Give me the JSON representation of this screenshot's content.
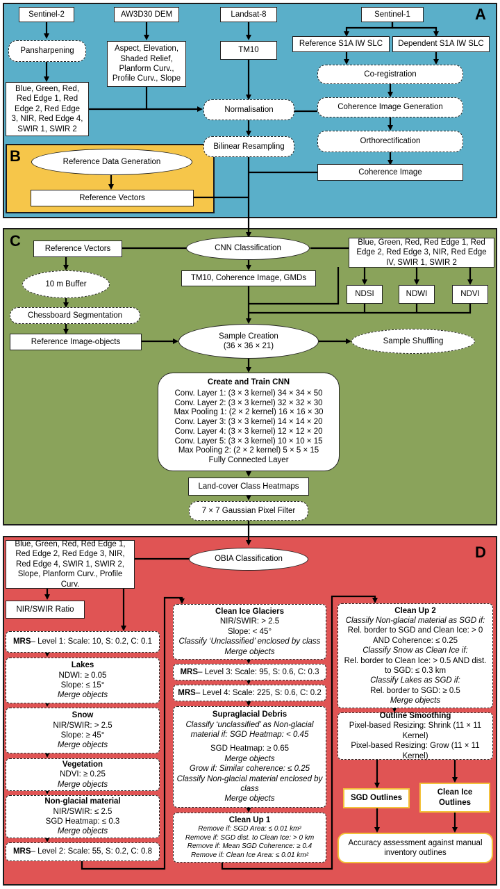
{
  "panels": {
    "a": "A",
    "b": "B",
    "c": "C",
    "d": "D"
  },
  "colors": {
    "panel_a": "#5aafc9",
    "panel_b": "#f6c64a",
    "panel_c": "#8aa35b",
    "panel_d": "#e05454",
    "outline_yellow": "#f3c23a"
  },
  "a": {
    "sentinel2": "Sentinel-2",
    "dem": "AW3D30 DEM",
    "landsat": "Landsat-8",
    "sentinel1": "Sentinel-1",
    "pansharpening": "Pansharpening",
    "dem_products": "Aspect, Elevation, Shaded Relief, Planform Curv., Profile Curv., Slope",
    "tm10": "TM10",
    "ref_slc": "Reference S1A IW SLC",
    "dep_slc": "Dependent S1A IW SLC",
    "bands": "Blue, Green, Red, Red Edge 1, Red Edge 2, Red Edge 3, NIR, Red Edge 4, SWIR 1, SWIR 2",
    "normalisation": "Normalisation",
    "coregistration": "Co-registration",
    "coherence_gen": "Coherence Image Generation",
    "orthorect": "Orthorectification",
    "bilinear": "Bilinear Resampling",
    "coherence_img": "Coherence Image"
  },
  "b": {
    "ref_data_gen": "Reference Data Generation",
    "ref_vectors": "Reference Vectors"
  },
  "c": {
    "ref_vectors": "Reference Vectors",
    "cnn_class": "CNN Classification",
    "bands": "Blue, Green, Red, Red Edge 1, Red Edge 2, Red Edge 3, NIR, Red Edge IV, SWIR 1, SWIR 2",
    "buffer": "10 m Buffer",
    "tm10_coh": "TM10, Coherence Image, GMDs",
    "ndsi": "NDSI",
    "ndwi": "NDWI",
    "ndvi": "NDVI",
    "chessboard": "Chessboard Segmentation",
    "ref_objects": "Reference Image-objects",
    "sample_creation": "Sample Creation",
    "sample_dims": "(36 × 36 × 21)",
    "sample_shuffle": "Sample Shuffling",
    "cnn_title": "Create and Train CNN",
    "cnn_layers": [
      "Conv. Layer 1: (3 × 3 kernel) 34 × 34 × 50",
      "Conv. Layer 2: (3 × 3 kernel) 32 × 32 × 30",
      "Max Pooling 1: (2 × 2 kernel) 16 × 16 × 30",
      "Conv. Layer 3: (3 × 3 kernel) 14 × 14 × 20",
      "Conv. Layer 4: (3 × 3 kernel) 12 × 12 × 20",
      "Conv. Layer 5: (3 × 3 kernel) 10 × 10 × 15",
      "Max Pooling 2: (2 × 2 kernel) 5 × 5 × 15",
      "Fully Connected Layer"
    ],
    "heatmaps": "Land-cover Class Heatmaps",
    "gaussian": "7 × 7 Gaussian Pixel Filter"
  },
  "d": {
    "inputs": "Blue, Green, Red, Red Edge 1, Red Edge 2, Red Edge 3, NIR, Red Edge 4, SWIR 1, SWIR 2, Slope, Planform Curv., Profile Curv.",
    "obia": "OBIA Classification",
    "ratio": "NIR/SWIR Ratio",
    "mrs": "MRS",
    "mrs1": " – Level 1: Scale: 10, S: 0.2, C: 0.1",
    "mrs2": " – Level 2: Scale: 55, S: 0.2, C: 0.8",
    "mrs3": " – Level 3: Scale: 95, S: 0.6, C: 0.3",
    "mrs4": " – Level 4: Scale: 225, S: 0.6, C: 0.2",
    "lakes": {
      "title": "Lakes",
      "l1": "NDWI: ≥ 0.05",
      "l2": "Slope: ≤ 15°",
      "l3": "Merge objects"
    },
    "snow": {
      "title": "Snow",
      "l1": "NIR/SWIR: > 2.5",
      "l2": "Slope: ≥ 45°",
      "l3": "Merge objects"
    },
    "veg": {
      "title": "Vegetation",
      "l1": "NDVI: ≥ 0.25",
      "l2": "Merge objects"
    },
    "nong": {
      "title": "Non-glacial material",
      "l1": "NIR/SWIR: ≤ 2.5",
      "l2": "SGD Heatmap: ≤ 0.3",
      "l3": "Merge objects"
    },
    "cig": {
      "title": "Clean Ice Glaciers",
      "l1": "NIR/SWIR: > 2.5",
      "l2": "Slope: < 45°",
      "l3": "Classify ‘Unclassified’ enclosed by class",
      "l4": "Merge objects"
    },
    "sgd": {
      "title": "Supraglacial Debris",
      "l1": "Classify ‘unclassified’ as Non-glacial material if: SGD Heatmap: < 0.45",
      "l2": "SGD Heatmap: ≥ 0.65",
      "l3": "Merge objects",
      "l4": "Grow if: Similar coherence: ≤ 0.25",
      "l5": "Classify Non-glacial material enclosed by class",
      "l6": "Merge objects"
    },
    "cu1": {
      "title": "Clean Up 1",
      "l1": "Remove if: SGD Area: ≤ 0.01 km²",
      "l2": "Remove if: SGD dist. to Clean Ice: > 0 km",
      "l3": "Remove if: Mean SGD Coherence: ≥ 0.4",
      "l4": "Remove if: Clean Ice Area: ≤ 0.01 km²"
    },
    "cu2": {
      "title": "Clean Up 2",
      "l1": "Classify Non-glacial material as SGD if:",
      "l2": "Rel. border to SGD and Clean Ice: > 0 AND Coherence: ≤ 0.25",
      "l3": "Classify Snow as Clean Ice if:",
      "l4": "Rel. border to Clean Ice: > 0.5 AND dist. to SGD: ≤ 0.3 km",
      "l5": "Classify Lakes as SGD if:",
      "l6": "Rel. border to SGD: ≥ 0.5",
      "l7": "Merge objects"
    },
    "smooth": {
      "title": "Outline Smoothing",
      "l1": "Pixel-based Resizing: Shrink (11 × 11 Kernel)",
      "l2": "Pixel-based Resizing: Grow (11 × 11 Kernel)"
    },
    "sgd_out": "SGD Outlines",
    "ci_out": "Clean Ice Outlines",
    "accuracy": "Accuracy assessment against manual inventory outlines"
  }
}
